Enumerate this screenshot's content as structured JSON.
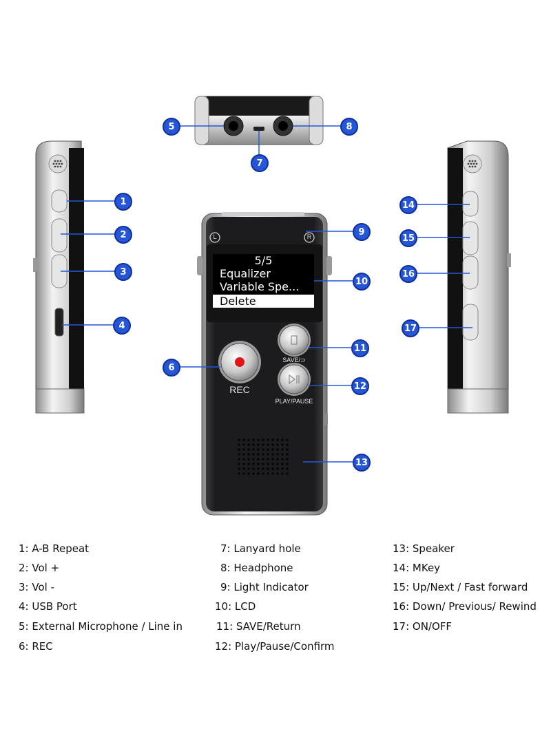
{
  "lcd": {
    "line1": "5/5",
    "line2": "Equalizer",
    "line3": "Variable Spe...",
    "line4": "Delete"
  },
  "device_labels": {
    "rec": "REC",
    "save": "SAVE/⊃",
    "play_pause": "PLAY/PAUSE",
    "light_left": "L",
    "light_right": "R"
  },
  "callouts": [
    "1",
    "2",
    "3",
    "4",
    "5",
    "6",
    "7",
    "8",
    "9",
    "10",
    "11",
    "12",
    "13",
    "14",
    "15",
    "16",
    "17"
  ],
  "legend": {
    "col1": [
      "1: A-B Repeat",
      "2: Vol +",
      "3: Vol -",
      "4: USB Port",
      "5: External Microphone / Line in",
      "6: REC"
    ],
    "col2": [
      "7: Lanyard hole",
      "8: Headphone",
      "9: Light Indicator",
      "10: LCD",
      "11: SAVE/Return",
      "12: Play/Pause/Confirm"
    ],
    "col3": [
      "13: Speaker",
      "14: MKey",
      "15: Up/Next / Fast forward",
      "16: Down/ Previous/ Rewind",
      "17: ON/OFF"
    ]
  },
  "colors": {
    "badge": "#2456d6",
    "device_body": "#1c1c1e",
    "chrome": "#d9d9d9",
    "rec_dot": "#e0161b"
  }
}
